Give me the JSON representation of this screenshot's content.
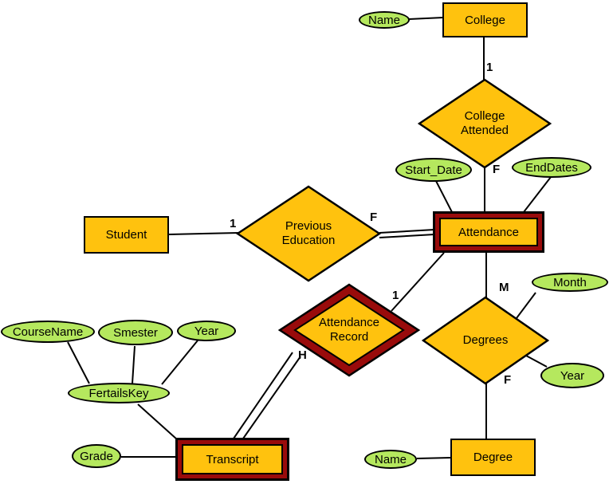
{
  "colors": {
    "entity_fill": "#FFC20E",
    "attribute_fill": "#B5E85E",
    "weak_accent": "#990B0B",
    "line_color": "#000000"
  },
  "nodes": {
    "college": {
      "type": "entity",
      "label": "College"
    },
    "student": {
      "type": "entity",
      "label": "Student"
    },
    "degree": {
      "type": "entity",
      "label": "Degree"
    },
    "attendance": {
      "type": "weak-entity",
      "label": "Attendance"
    },
    "transcript": {
      "type": "weak-entity",
      "label": "Transcript"
    },
    "college_attended": {
      "type": "relationship",
      "label": "College\nAttended"
    },
    "previous_education": {
      "type": "relationship",
      "label": "Previous\nEducation"
    },
    "degrees": {
      "type": "relationship",
      "label": "Degrees"
    },
    "attendance_record": {
      "type": "weak-relationship",
      "label": "Attendance\nRecord"
    },
    "name_college": {
      "type": "attribute",
      "label": "Name"
    },
    "start_date": {
      "type": "attribute",
      "label": "Start_Date"
    },
    "enddates": {
      "type": "attribute",
      "label": "EndDates"
    },
    "month": {
      "type": "attribute",
      "label": "Month"
    },
    "year_degrees": {
      "type": "attribute",
      "label": "Year"
    },
    "name_degree": {
      "type": "attribute",
      "label": "Name"
    },
    "coursename": {
      "type": "attribute",
      "label": "CourseName"
    },
    "smester": {
      "type": "attribute",
      "label": "Smester"
    },
    "year_transcript": {
      "type": "attribute",
      "label": "Year"
    },
    "fertailskey": {
      "type": "attribute",
      "label": "FertailsKey"
    },
    "grade": {
      "type": "attribute",
      "label": "Grade"
    }
  },
  "cardinalities": {
    "college_collegeattended": "1",
    "collegeattended_attendance": "F",
    "student_previouseducation": "1",
    "previouseducation_attendance": "F",
    "attendance_attendancerecord": "1",
    "attendance_degrees": "M",
    "degrees_degree": "F",
    "attendancerecord_transcript": "H"
  }
}
